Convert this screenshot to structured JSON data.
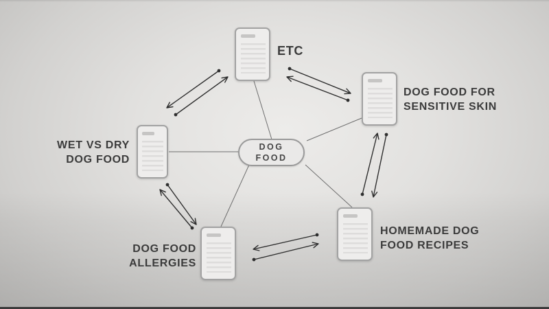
{
  "diagram": {
    "center_node": {
      "label": "DOG\nFOOD"
    },
    "nodes": [
      {
        "id": "etc",
        "label": "ETC"
      },
      {
        "id": "sensitive-skin",
        "label": "DOG FOOD FOR\nSENSITIVE SKIN"
      },
      {
        "id": "homemade-recipes",
        "label": "HOMEMADE DOG\nFOOD RECIPES"
      },
      {
        "id": "allergies",
        "label": "DOG FOOD\nALLERGIES"
      },
      {
        "id": "wet-vs-dry",
        "label": "WET VS DRY\nDOG FOOD"
      }
    ],
    "colors": {
      "label_text": "#3b3b3b",
      "doc_fill": "#eeedec",
      "doc_border": "#a2a2a2",
      "connector_line": "#6e6e6e",
      "arrow": "#2e2e2e",
      "background_center": "#edecea",
      "background_edge": "#b9b8b6",
      "bottom_bar": "#3a3a3a"
    }
  }
}
